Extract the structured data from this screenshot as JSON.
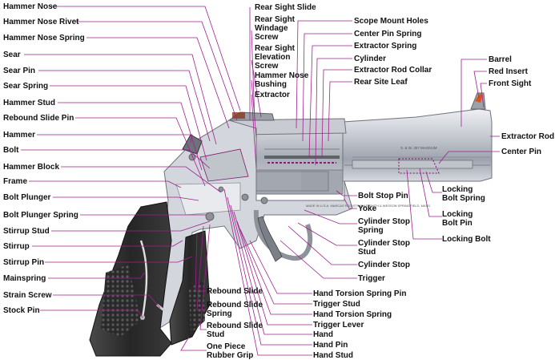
{
  "labels": {
    "hammer_nose": "Hammer Nose",
    "hammer_nose_rivet": "Hammer Nose Rivet",
    "hammer_nose_spring": "Hammer Nose Spring",
    "sear": "Sear",
    "sear_pin": "Sear Pin",
    "sear_spring": "Sear Spring",
    "hammer_stud": "Hammer Stud",
    "rebound_slide_pin": "Rebound Slide Pin",
    "hammer": "Hammer",
    "bolt": "Bolt",
    "hammer_block": "Hammer Block",
    "frame": "Frame",
    "bolt_plunger": "Bolt Plunger",
    "bolt_plunger_spring": "Bolt Plunger Spring",
    "stirrup_stud": "Stirrup Stud",
    "stirrup": "Stirrup",
    "stirrup_pin": "Stirrup Pin",
    "mainspring": "Mainspring",
    "strain_screw": "Strain Screw",
    "stock_pin": "Stock Pin",
    "rear_sight_slide": "Rear Sight Slide",
    "rear_sight_windage_screw": "Rear Sight\nWindage\nScrew",
    "rear_sight_elevation_screw": "Rear Sight\nElevation\nScrew",
    "hammer_nose_bushing": "Hammer Nose\nBushing",
    "extractor": "Extractor",
    "scope_mount_holes": "Scope Mount Holes",
    "center_pin_spring": "Center Pin Spring",
    "extractor_spring": "Extractor Spring",
    "cylinder": "Cylinder",
    "extractor_rod_collar": "Extractor Rod Collar",
    "rear_site_leaf": "Rear Site Leaf",
    "barrel": "Barrel",
    "red_insert": "Red Insert",
    "front_sight": "Front Sight",
    "extractor_rod": "Extractor Rod",
    "center_pin": "Center Pin",
    "bolt_stop_pin": "Bolt Stop Pin",
    "yoke": "Yoke",
    "cylinder_stop_spring": "Cylinder Stop\nSpring",
    "cylinder_stop_stud": "Cylinder Stop\nStud",
    "cylinder_stop": "Cylinder Stop",
    "trigger": "Trigger",
    "locking_bolt_spring": "Locking\nBolt Spring",
    "locking_bolt_pin": "Locking\nBolt Pin",
    "locking_bolt": "Locking Bolt",
    "rebound_slide": "Rebound Slide",
    "rebound_slide_spring": "Rebound Slide\nSpring",
    "rebound_slide_stud": "Rebound Slide\nStud",
    "one_piece_rubber_grip": "One Piece\nRubber Grip",
    "hand_torsion_spring_pin": "Hand Torsion Spring Pin",
    "trigger_stud": "Trigger Stud",
    "hand_torsion_spring": "Hand Torsion Spring",
    "trigger_lever": "Trigger Lever",
    "hand": "Hand",
    "hand_pin": "Hand Pin",
    "hand_stud": "Hand Stud"
  },
  "barrel_marking": "S. & W. 357 MAGNUM",
  "frame_marking": "MADE IN U.S.A.\nMARCAS REGISTRADAS\nSMITH & WESSON\nSPRINGFIELD, MASS.",
  "colors": {
    "leader_line": "#a0208f",
    "steel": "#b8bcc4",
    "grip": "#2c2c2c"
  }
}
